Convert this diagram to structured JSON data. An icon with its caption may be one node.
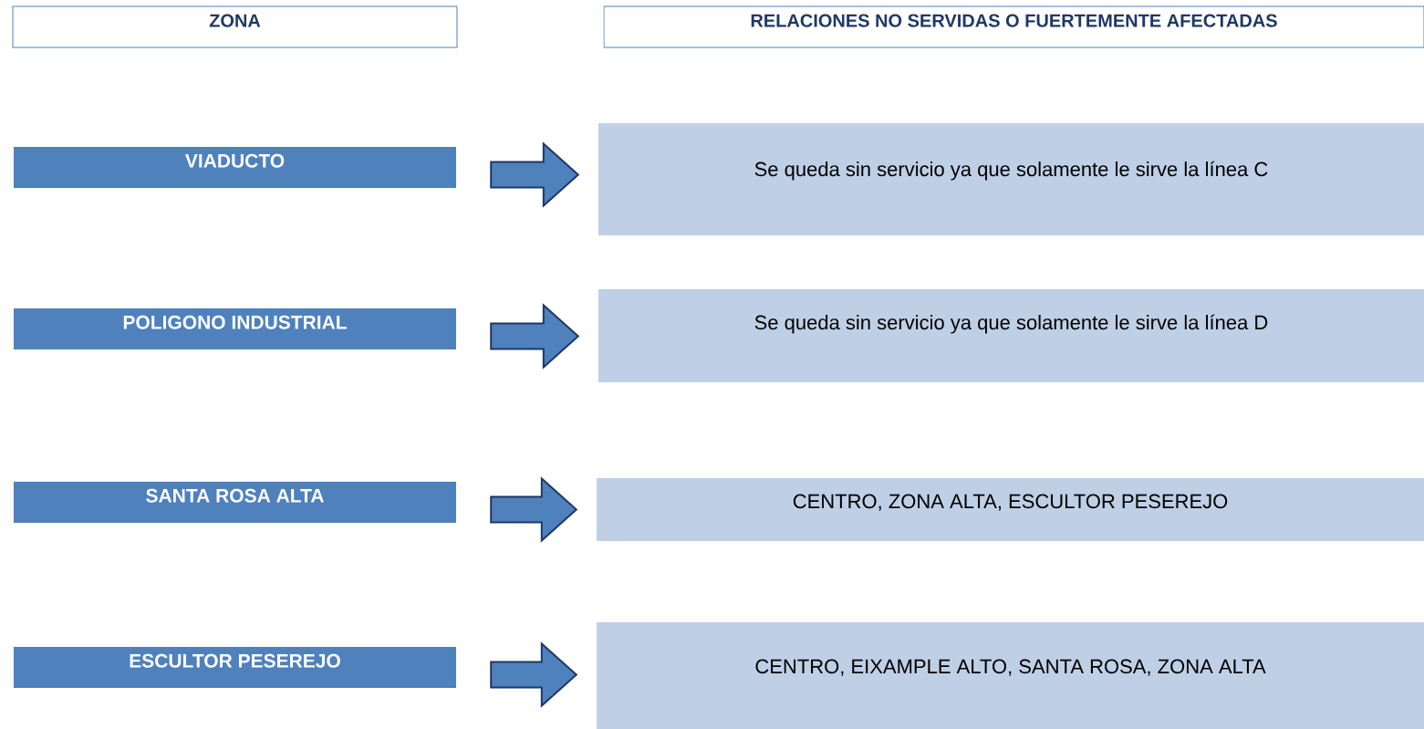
{
  "diagram": {
    "nodes": [
      {
        "text": [
          "ZONA"
        ]
      },
      {
        "text": [
          "RELACIONES NO SERVIDAS O FUERTEMENTE AFECTADAS"
        ]
      },
      {
        "text": [
          "VIADUCTO"
        ]
      },
      {
        "text": [
          "Se queda sin servicio ya que solamente le sirve la línea C"
        ]
      },
      {
        "text": [
          "POLIGONO INDUSTRIAL"
        ]
      },
      {
        "text": [
          "Se queda sin servicio ya que solamente le sirve la línea D"
        ]
      },
      {
        "text": [
          "SANTA ROSA ALTA"
        ]
      },
      {
        "text": [
          "CENTRO, ZONA ALTA, ESCULTOR PESEREJO"
        ]
      },
      {
        "text": [
          "ESCULTOR PESEREJO"
        ]
      },
      {
        "text": [
          "CENTRO, EIXAMPLE ALTO, SANTA ROSA, ZONA ALTA"
        ]
      }
    ],
    "edges": [
      {
        "from": 2,
        "to": 3,
        "arrow": "to"
      },
      {
        "from": 4,
        "to": 5,
        "arrow": "to"
      },
      {
        "from": 6,
        "to": 7,
        "arrow": "to"
      },
      {
        "from": 8,
        "to": 9,
        "arrow": "to"
      }
    ]
  }
}
